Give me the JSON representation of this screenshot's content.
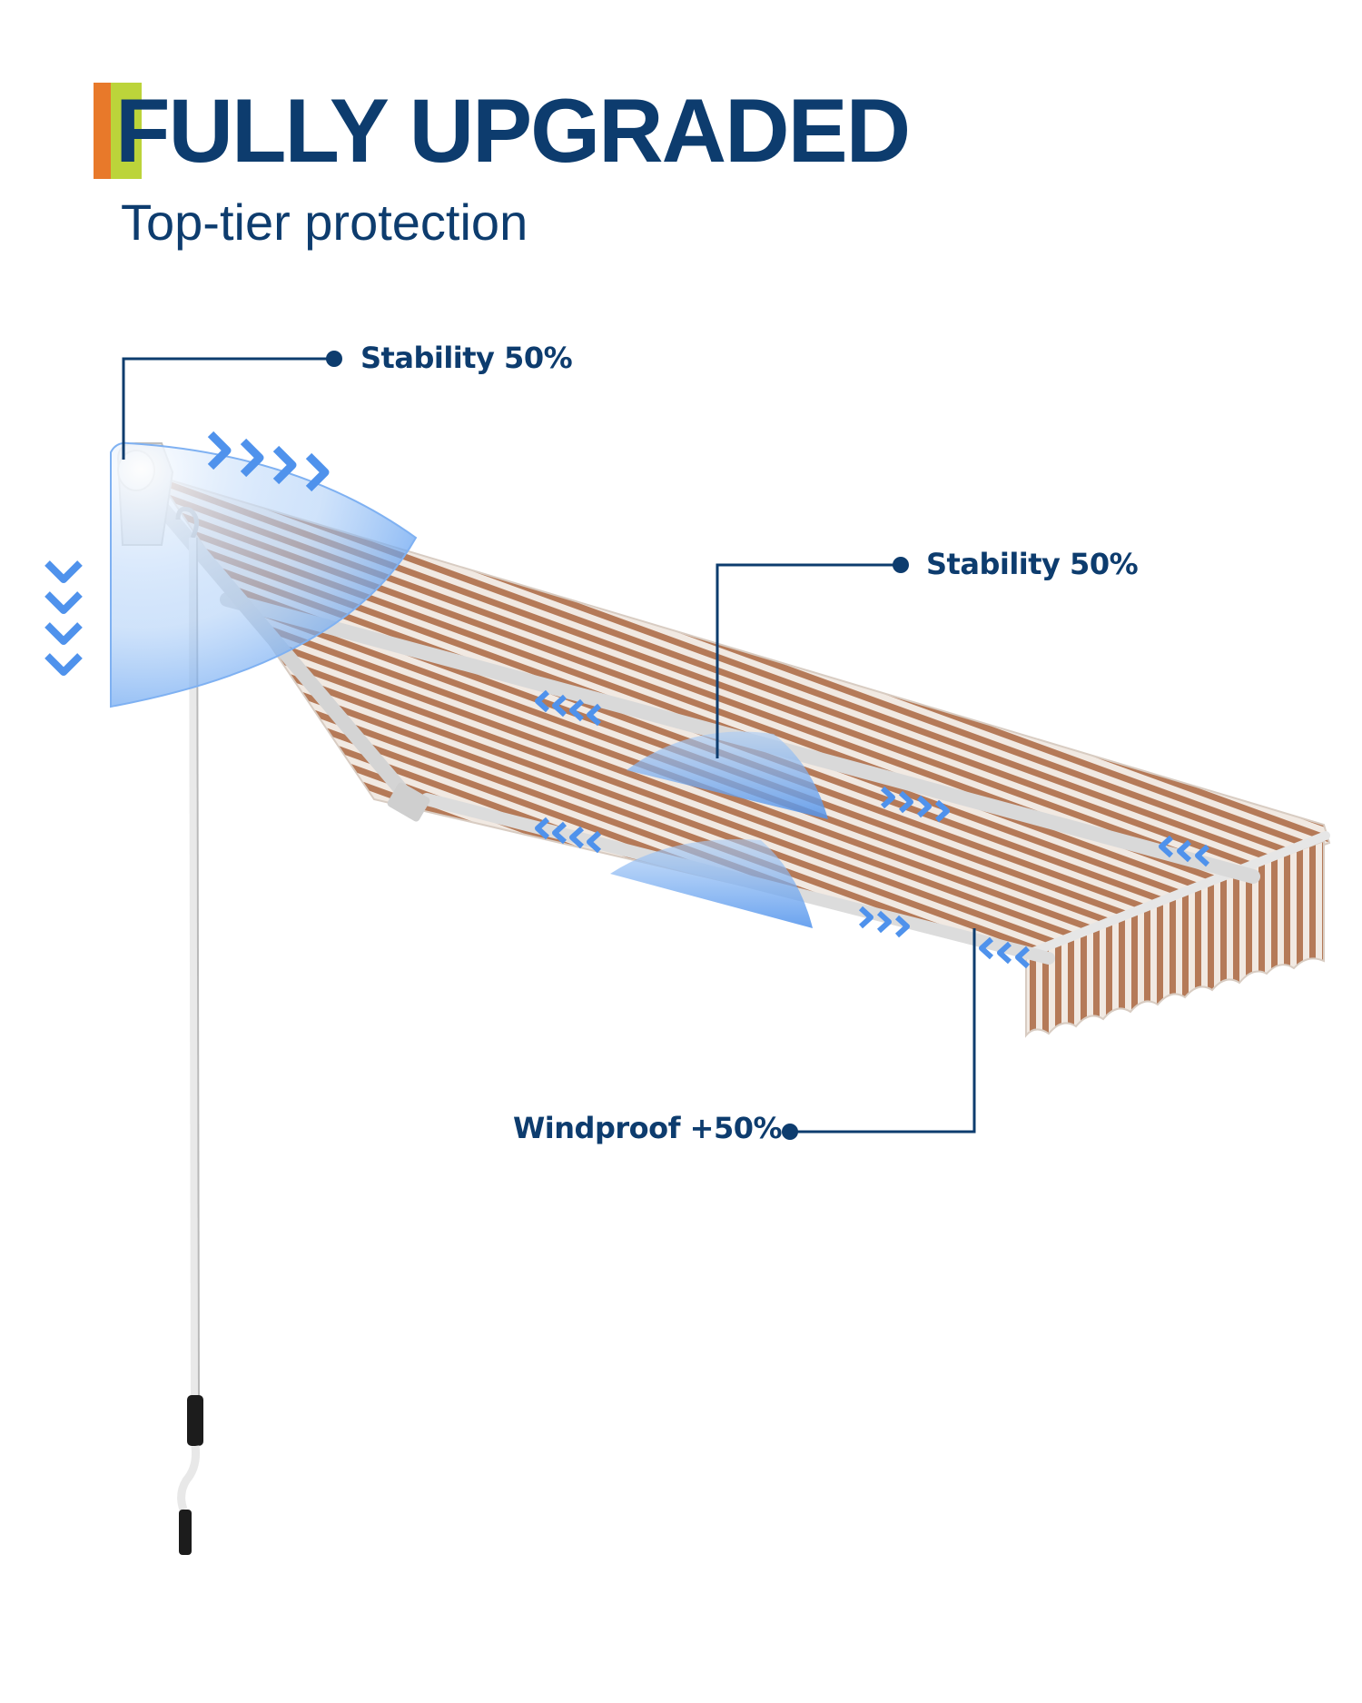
{
  "header": {
    "title": "FULLY UPGRADED",
    "subtitle": "Top-tier protection"
  },
  "callouts": {
    "top_left": "Stability 50%",
    "middle": "Stability 50%",
    "bottom": "Windproof +50%"
  },
  "product": {
    "name": "retractable-awning",
    "fabric_pattern": "stripes"
  },
  "colors": {
    "navy": "#0d3c6e",
    "accent_orange": "#e8792a",
    "accent_green": "#bcd43a",
    "highlight_blue": "#5b9cf0",
    "stripe_brown": "#b57a58",
    "stripe_light": "#f1e9e2"
  },
  "icons": [
    "chevron-arrow-icon",
    "callout-dot-icon"
  ]
}
